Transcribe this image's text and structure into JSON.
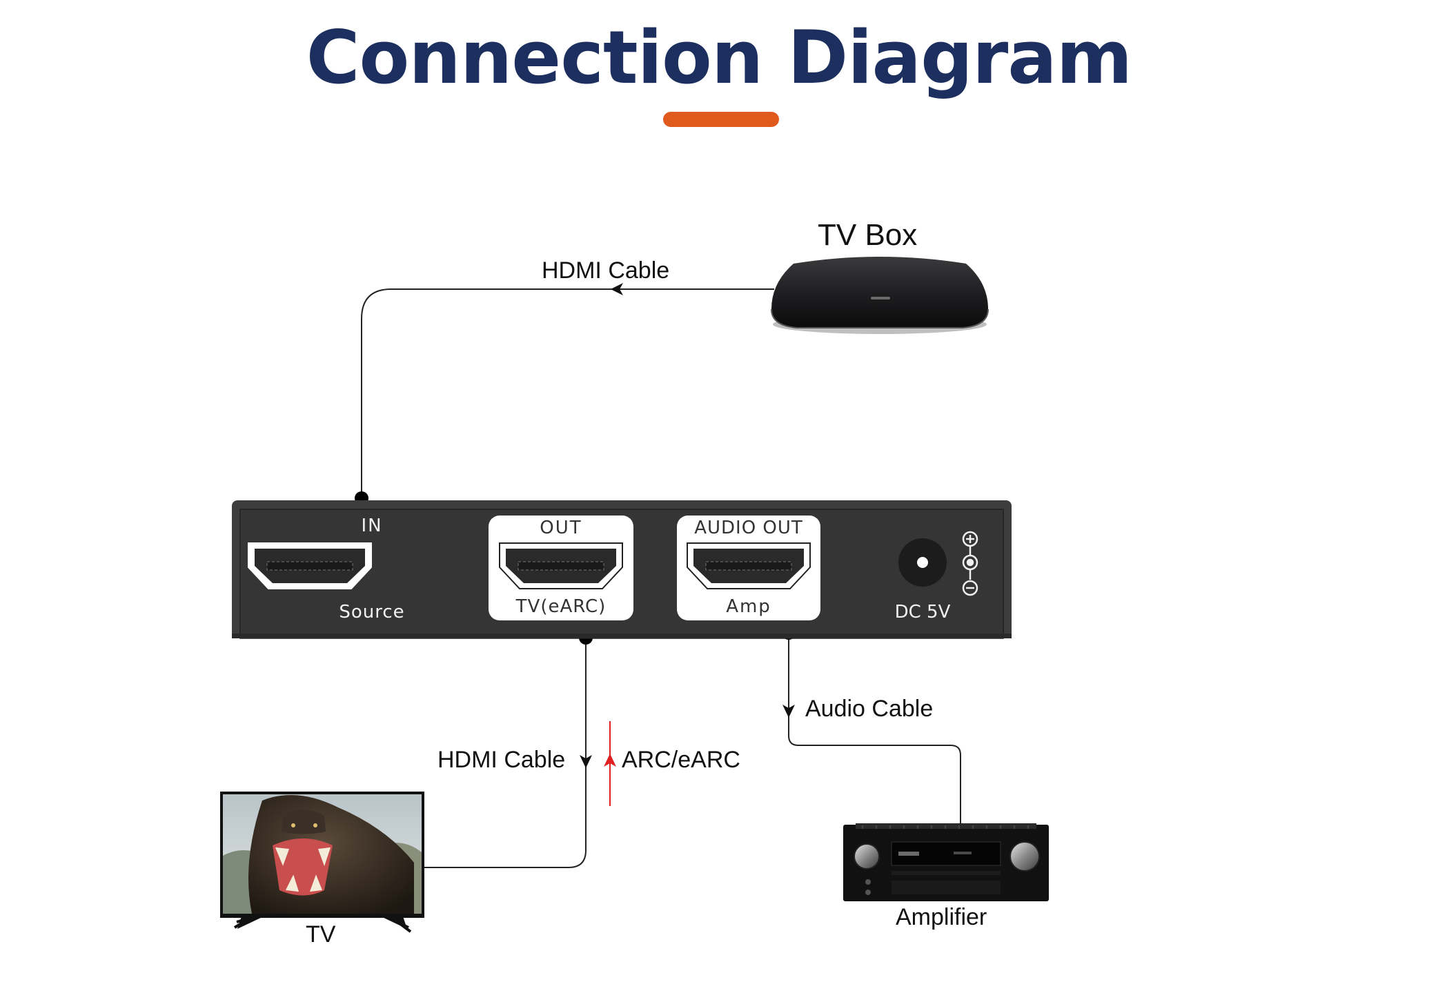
{
  "title": "Connection Diagram",
  "colors": {
    "title": "#1c2f5e",
    "accent_bar": "#e05a1d",
    "device_body": "#3d3d3d",
    "arc_arrow": "#e02020"
  },
  "devices": {
    "tv_box": {
      "label": "TV Box",
      "icon": "tv-box-icon"
    },
    "tv": {
      "label": "TV",
      "icon": "tv-icon"
    },
    "amplifier": {
      "label": "Amplifier",
      "icon": "amplifier-icon"
    }
  },
  "extractor": {
    "ports": {
      "in": {
        "top": "IN",
        "bottom": "Source"
      },
      "out": {
        "top": "OUT",
        "bottom": "TV(eARC)"
      },
      "audio_out": {
        "top": "AUDIO OUT",
        "bottom": "Amp"
      },
      "dc": {
        "label": "DC 5V"
      }
    }
  },
  "cables": {
    "tvbox_to_in": "HDMI Cable",
    "out_to_tv": "HDMI Cable",
    "arc": "ARC/eARC",
    "audio": "Audio Cable"
  }
}
